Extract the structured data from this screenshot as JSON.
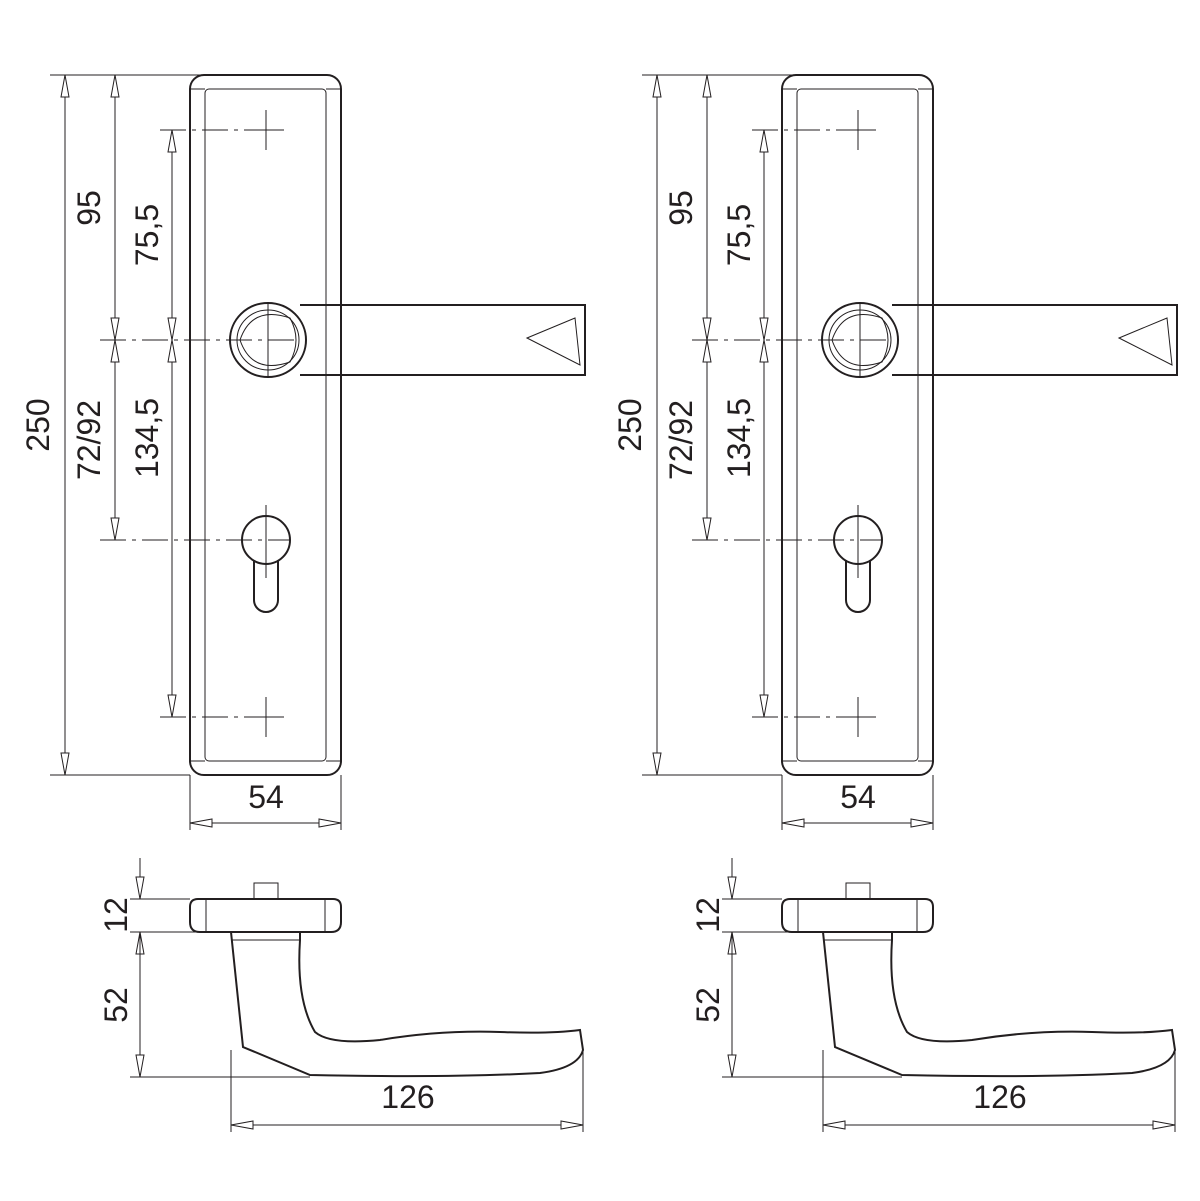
{
  "drawings": [
    {
      "front_view": {
        "overall_height": "250",
        "handle_axis": "95",
        "upper_screw": "75,5",
        "distance": "72/92",
        "lower_screw": "134,5",
        "width": "54"
      },
      "side_view": {
        "rose_depth": "12",
        "handle_height": "52",
        "handle_length": "126"
      }
    },
    {
      "front_view": {
        "overall_height": "250",
        "handle_axis": "95",
        "upper_screw": "75,5",
        "distance": "72/92",
        "lower_screw": "134,5",
        "width": "54"
      },
      "side_view": {
        "rose_depth": "12",
        "handle_height": "52",
        "handle_length": "126"
      }
    }
  ],
  "colors": {
    "line": "#231f20",
    "background": "#ffffff"
  }
}
